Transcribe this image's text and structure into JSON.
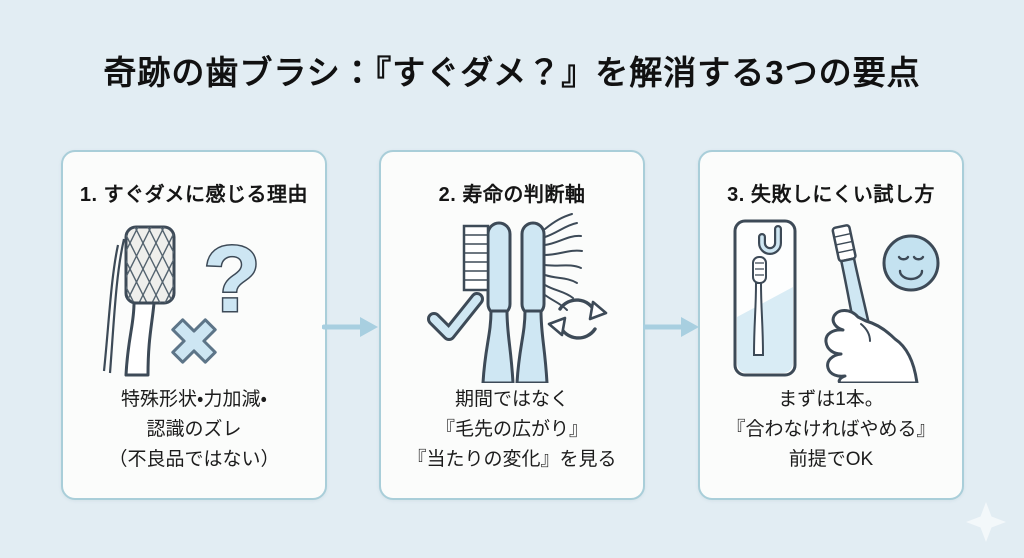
{
  "title": "奇跡の歯ブラシ：『すぐダメ？』を解消する3つの要点",
  "colors": {
    "background": "#e2edf3",
    "card_background": "#fbfcfb",
    "card_border": "#a9ced9",
    "arrow": "#a8cfe0",
    "illustration_fill": "#cfe7f3",
    "illustration_outline": "#3d4a57",
    "text": "#1a1a1a"
  },
  "cards": [
    {
      "heading": "1. すぐダメに感じる理由",
      "icon": "toothbrush-question-x-icon",
      "body_lines": [
        "特殊形状・力加減・",
        "認識のズレ",
        "（不良品ではない）"
      ]
    },
    {
      "heading": "2. 寿命の判断軸",
      "icon": "toothbrush-new-vs-worn-icon",
      "body_lines": [
        "期間ではなく",
        "『毛先の広がり』",
        "『当たりの変化』を見る"
      ]
    },
    {
      "heading": "3. 失敗しにくい試し方",
      "icon": "packaged-toothbrush-hand-smiley-icon",
      "body_lines": [
        "まずは1本。",
        "『合わなければやめる』",
        "前提でOK"
      ]
    }
  ],
  "decorations": {
    "sparkle_icon": "✦",
    "arrow_icon": "→"
  }
}
